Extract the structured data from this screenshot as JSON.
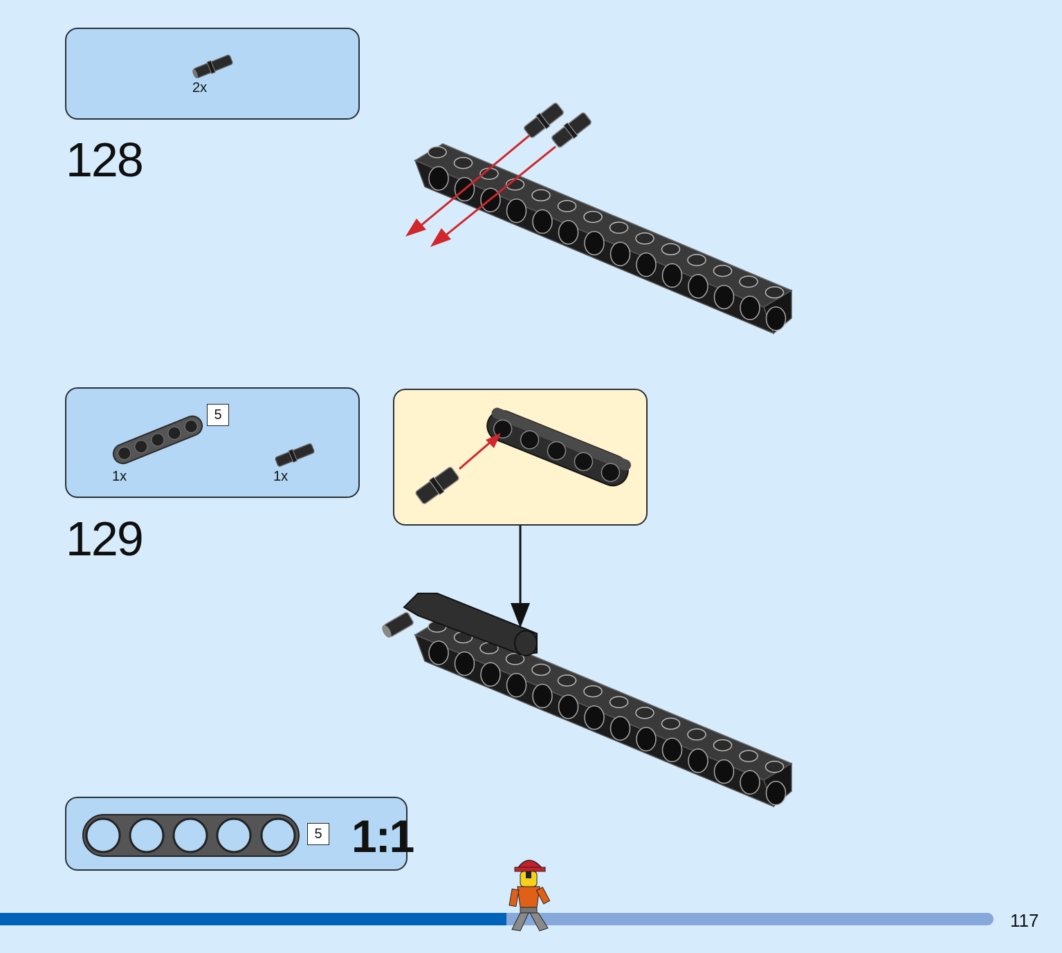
{
  "steps": [
    {
      "number": "128",
      "parts": [
        {
          "qty": "2x",
          "part": "pin-with-friction"
        }
      ]
    },
    {
      "number": "129",
      "parts": [
        {
          "qty": "1x",
          "part": "technic-beam",
          "length_tag": "5"
        },
        {
          "qty": "1x",
          "part": "pin-with-friction"
        }
      ]
    }
  ],
  "scale_ruler": {
    "length_tag": "5",
    "label": "1:1"
  },
  "page_number": "117",
  "colors": {
    "background": "#d6ebfb",
    "parts_box": "#b3d7f4",
    "callout": "#fff4ce",
    "arrow": "#d0262c",
    "progress_done": "#0063b7",
    "progress_remaining": "#86a8da"
  },
  "progress": 0.51
}
